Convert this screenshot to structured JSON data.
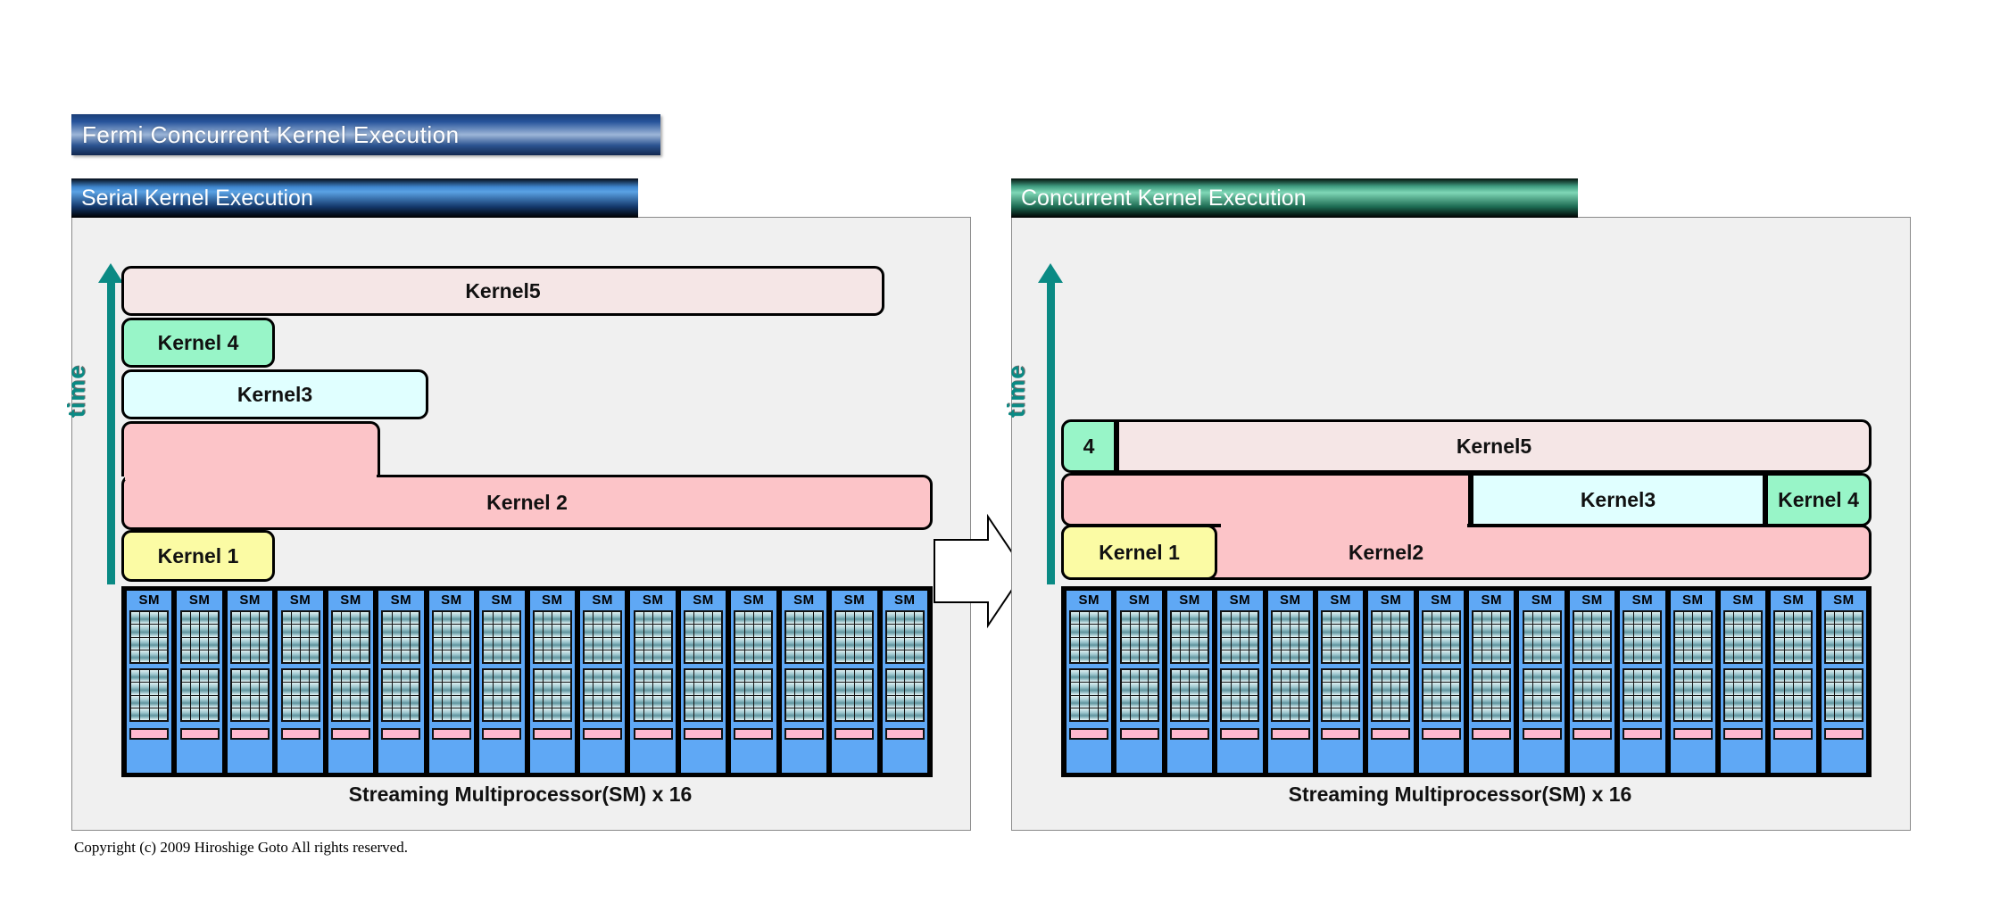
{
  "main_title": "Fermi Concurrent Kernel Execution",
  "copyright": "Copyright (c) 2009 Hiroshige Goto All rights reserved.",
  "colors": {
    "kernel1": "#fbfba4",
    "kernel2": "#fcc4c8",
    "kernel3": "#e0ffff",
    "kernel4": "#98f5c8",
    "kernel5": "#f5e6e6",
    "sm_body": "#5fa8f5",
    "sm_mem": "#ffb9cf",
    "time_axis": "#0a8a84",
    "banner_left": "#3f86cf",
    "banner_right": "#3f9c80",
    "panel_bg": "#f0f0f0"
  },
  "left_panel": {
    "banner": "Serial Kernel Execution",
    "time_label": "time",
    "sm_caption": "Streaming Multiprocessor(SM) x 16",
    "sm_count": 16,
    "sm_label": "SM",
    "bars": [
      {
        "label": "Kernel5",
        "color": "kernel5"
      },
      {
        "label": "Kernel 4",
        "color": "kernel4"
      },
      {
        "label": "Kernel3",
        "color": "kernel3"
      },
      {
        "label": "",
        "color": "kernel2"
      },
      {
        "label": "Kernel 2",
        "color": "kernel2"
      },
      {
        "label": "Kernel 1",
        "color": "kernel1"
      }
    ]
  },
  "right_panel": {
    "banner": "Concurrent Kernel Execution",
    "time_label": "time",
    "sm_caption": "Streaming Multiprocessor(SM) x 16",
    "sm_count": 16,
    "sm_label": "SM",
    "row1": [
      {
        "label": "4",
        "color": "kernel4"
      },
      {
        "label": "Kernel5",
        "color": "kernel5"
      }
    ],
    "row2": [
      {
        "label": "",
        "color": "kernel2"
      },
      {
        "label": "Kernel3",
        "color": "kernel3"
      },
      {
        "label": "Kernel 4",
        "color": "kernel4"
      }
    ],
    "row3": [
      {
        "label": "Kernel 1",
        "color": "kernel1"
      },
      {
        "label": "Kernel2",
        "color": "kernel2"
      }
    ]
  }
}
